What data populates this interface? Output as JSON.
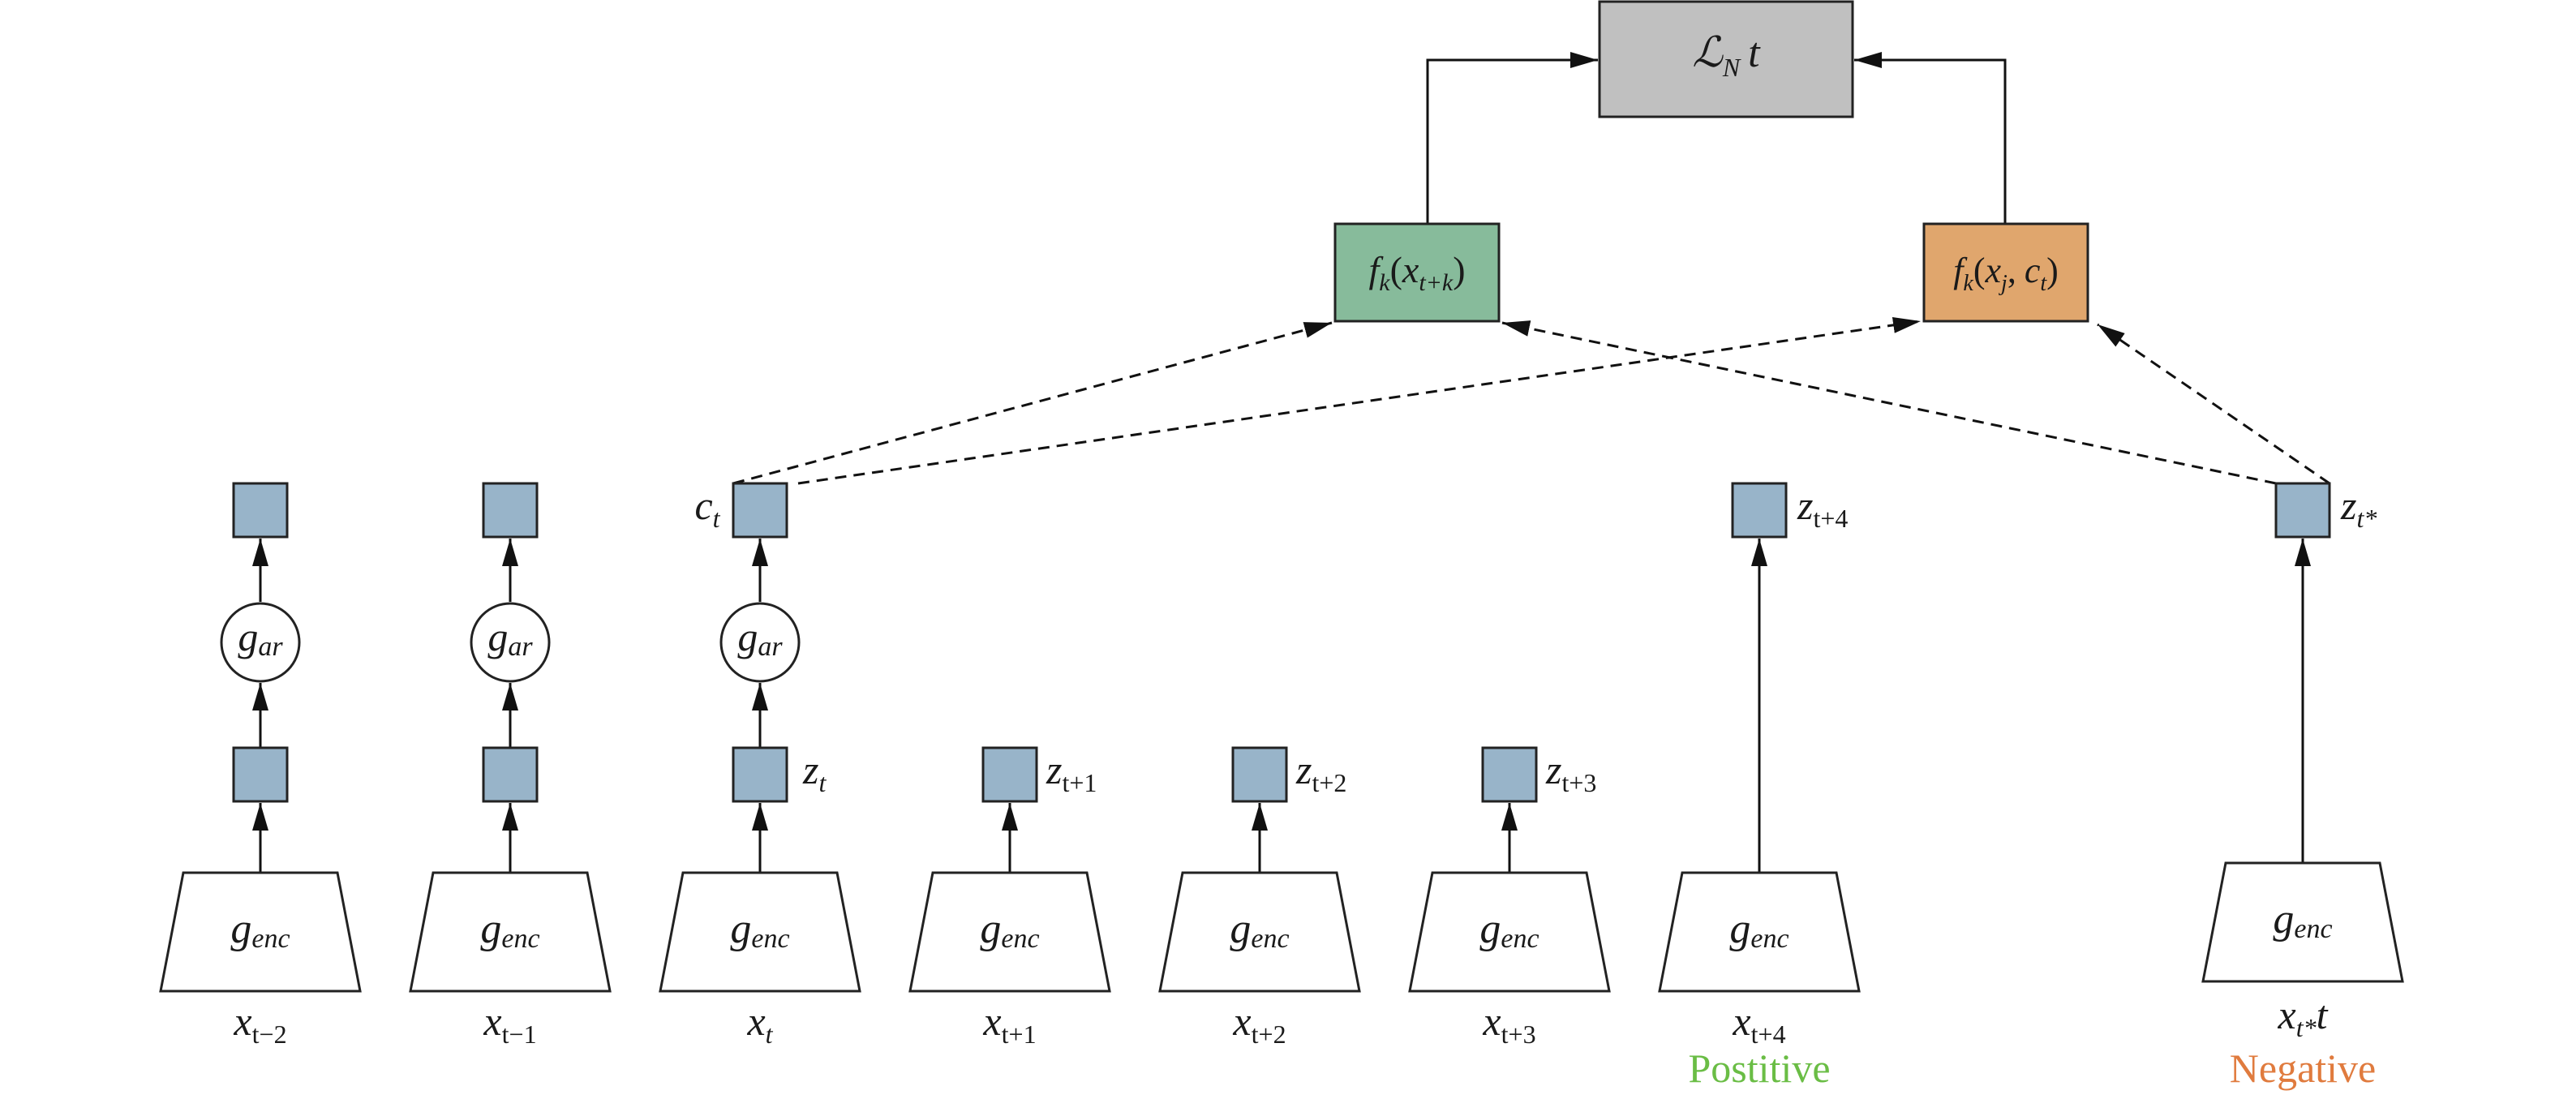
{
  "loss": {
    "text": "ℒ",
    "sub": "N",
    "tail": "t"
  },
  "f_pos": {
    "f": "f",
    "k": "k",
    "open": "(",
    "x": "x",
    "sub": "t+k",
    "close": ")"
  },
  "f_neg": {
    "f": "f",
    "k": "k",
    "open": "(",
    "x": "x",
    "j": "j",
    "comma": ",",
    "c": "c",
    "t": "t",
    "close": ")"
  },
  "g_ar": {
    "g": "g",
    "sub": "ar"
  },
  "g_enc": {
    "g": "g",
    "sub": "enc"
  },
  "c_t": {
    "c": "c",
    "t": "t"
  },
  "z_labels": [
    {
      "z": "z",
      "sub": "t"
    },
    {
      "z": "z",
      "sub": "t+1"
    },
    {
      "z": "z",
      "sub": "t+2"
    },
    {
      "z": "z",
      "sub": "t+3"
    },
    {
      "z": "z",
      "sub": "t+4"
    },
    {
      "z": "z",
      "sub": "t*"
    }
  ],
  "x_labels": [
    {
      "x": "x",
      "sub": "t−2"
    },
    {
      "x": "x",
      "sub": "t−1"
    },
    {
      "x": "x",
      "sub": "t"
    },
    {
      "x": "x",
      "sub": "t+1"
    },
    {
      "x": "x",
      "sub": "t+2"
    },
    {
      "x": "x",
      "sub": "t+3"
    },
    {
      "x": "x",
      "sub": "t+4"
    }
  ],
  "x_neg": {
    "x": "x",
    "sub": "t*",
    "tail": "t"
  },
  "captions": {
    "positive": "Postitive",
    "negative": "Negative"
  },
  "colors": {
    "loss_fill": "#c0c0c0",
    "f_pos_fill": "#87bb9b",
    "f_neg_fill": "#e0a66d",
    "z_fill": "#98b4c9",
    "positive": "#6abd45",
    "negative": "#e07b3e"
  }
}
